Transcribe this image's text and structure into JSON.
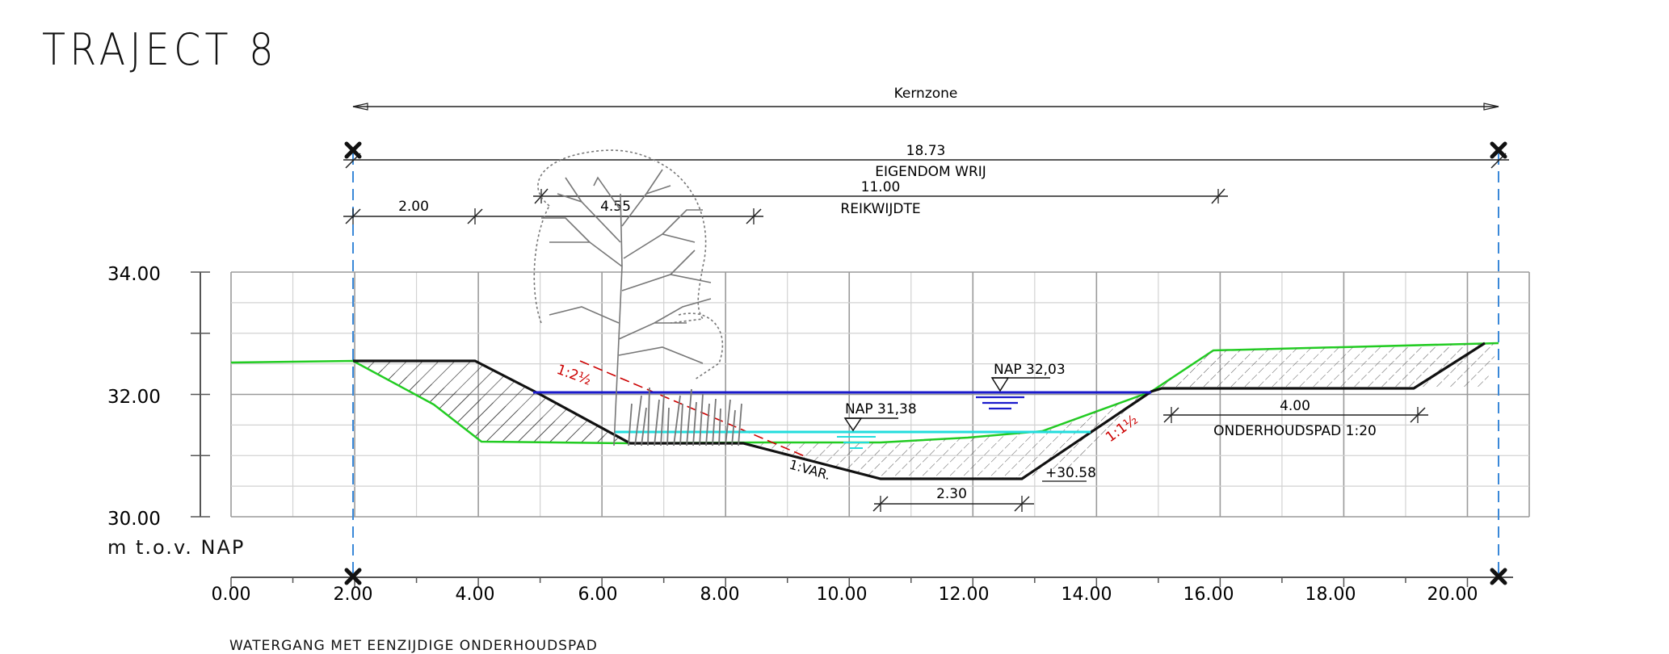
{
  "title": "TRAJECT 8",
  "footer_caption": "WATERGANG MET EENZIJDIGE ONDERHOUDSPAD",
  "y_unit_label": "m t.o.v. NAP",
  "y_axis_ticks": [
    "34.00",
    "32.00",
    "30.00"
  ],
  "x_axis_ticks": [
    "0.00",
    "2.00",
    "4.00",
    "6.00",
    "8.00",
    "10.00",
    "12.00",
    "14.00",
    "16.00",
    "18.00",
    "20.00"
  ],
  "y_range": [
    30,
    34
  ],
  "x_range": [
    0,
    21
  ],
  "dimensions": {
    "kernzone": "Kernzone",
    "eigendom_value": "18.73",
    "eigendom_label": "EIGENDOM WRIJ",
    "reikwijdte_value": "11.00",
    "reikwijdte_label": "REIKWIJDTE",
    "left_width": "2.00",
    "tree_width": "4.55",
    "bottom_width": "2.30",
    "path_width": "4.00",
    "path_label": "ONDERHOUDSPAD 1:20"
  },
  "annotations": {
    "water_high": "NAP 32,03",
    "water_low": "NAP 31,38",
    "bottom_level": "+30.58",
    "slope_left": "1:2½",
    "slope_right": "1:1½",
    "slope_var": "1:VAR."
  },
  "colors": {
    "existing_profile": "#22cc22",
    "new_profile": "#000000",
    "design_line": "#cc0000",
    "water_high": "#1a1acc",
    "water_low": "#22dddd",
    "boundary": "#3a88d8",
    "grid": "#c8c8c8",
    "tree": "#777777"
  },
  "icons": [
    "boundary-cross-icon",
    "water-level-triangle-icon",
    "tree-icon",
    "reed-icon"
  ]
}
